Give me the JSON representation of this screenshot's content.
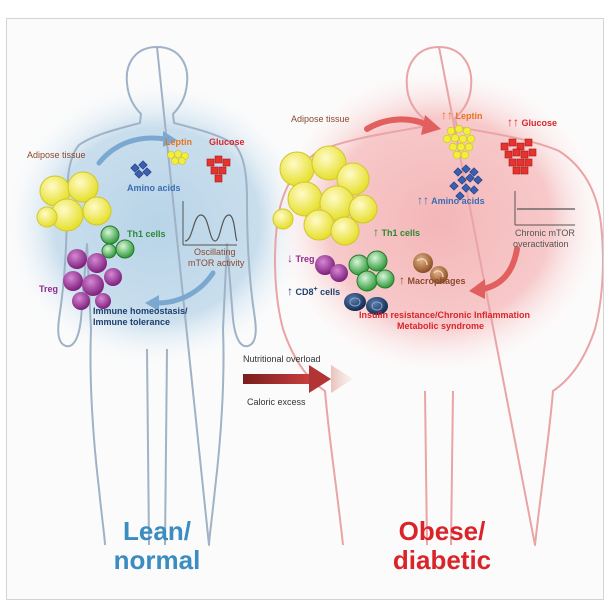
{
  "lean": {
    "title_line1": "Lean/",
    "title_line2": "normal",
    "adipose": "Adipose tissue",
    "leptin": "Leptin",
    "glucose": "Glucose",
    "amino_acids": "Amino acids",
    "th1": "Th1 cells",
    "treg": "Treg",
    "mtor_line1": "Oscillating",
    "mtor_line2": "mTOR activity",
    "immune_line1": "Immune homeostasis/",
    "immune_line2": "Immune tolerance"
  },
  "transition": {
    "top": "Nutritional overload",
    "bottom": "Caloric excess"
  },
  "obese": {
    "title_line1": "Obese/",
    "title_line2": "diabetic",
    "adipose": "Adipose tissue",
    "leptin": "Leptin",
    "glucose": "Glucose",
    "amino_acids": "Amino acids",
    "th1": "Th1 cells",
    "treg": "Treg",
    "cd8": "CD8",
    "cd8_sup": "+",
    "cd8_suffix": " cells",
    "macrophages": "Macrophages",
    "mtor_line1": "Chronic mTOR",
    "mtor_line2": "overactivation",
    "disease_line1": "Insulin resistance/Chronic Inflammation",
    "disease_line2": "Metabolic syndrome",
    "up_arrow": "↑",
    "down_arrow": "↓"
  },
  "colors": {
    "lean_accent": "#3a8cc1",
    "obese_accent": "#d9252a",
    "leptin": "#e8731f",
    "treg": "#8e2a8b",
    "dark_navy": "#1e3f6e"
  }
}
